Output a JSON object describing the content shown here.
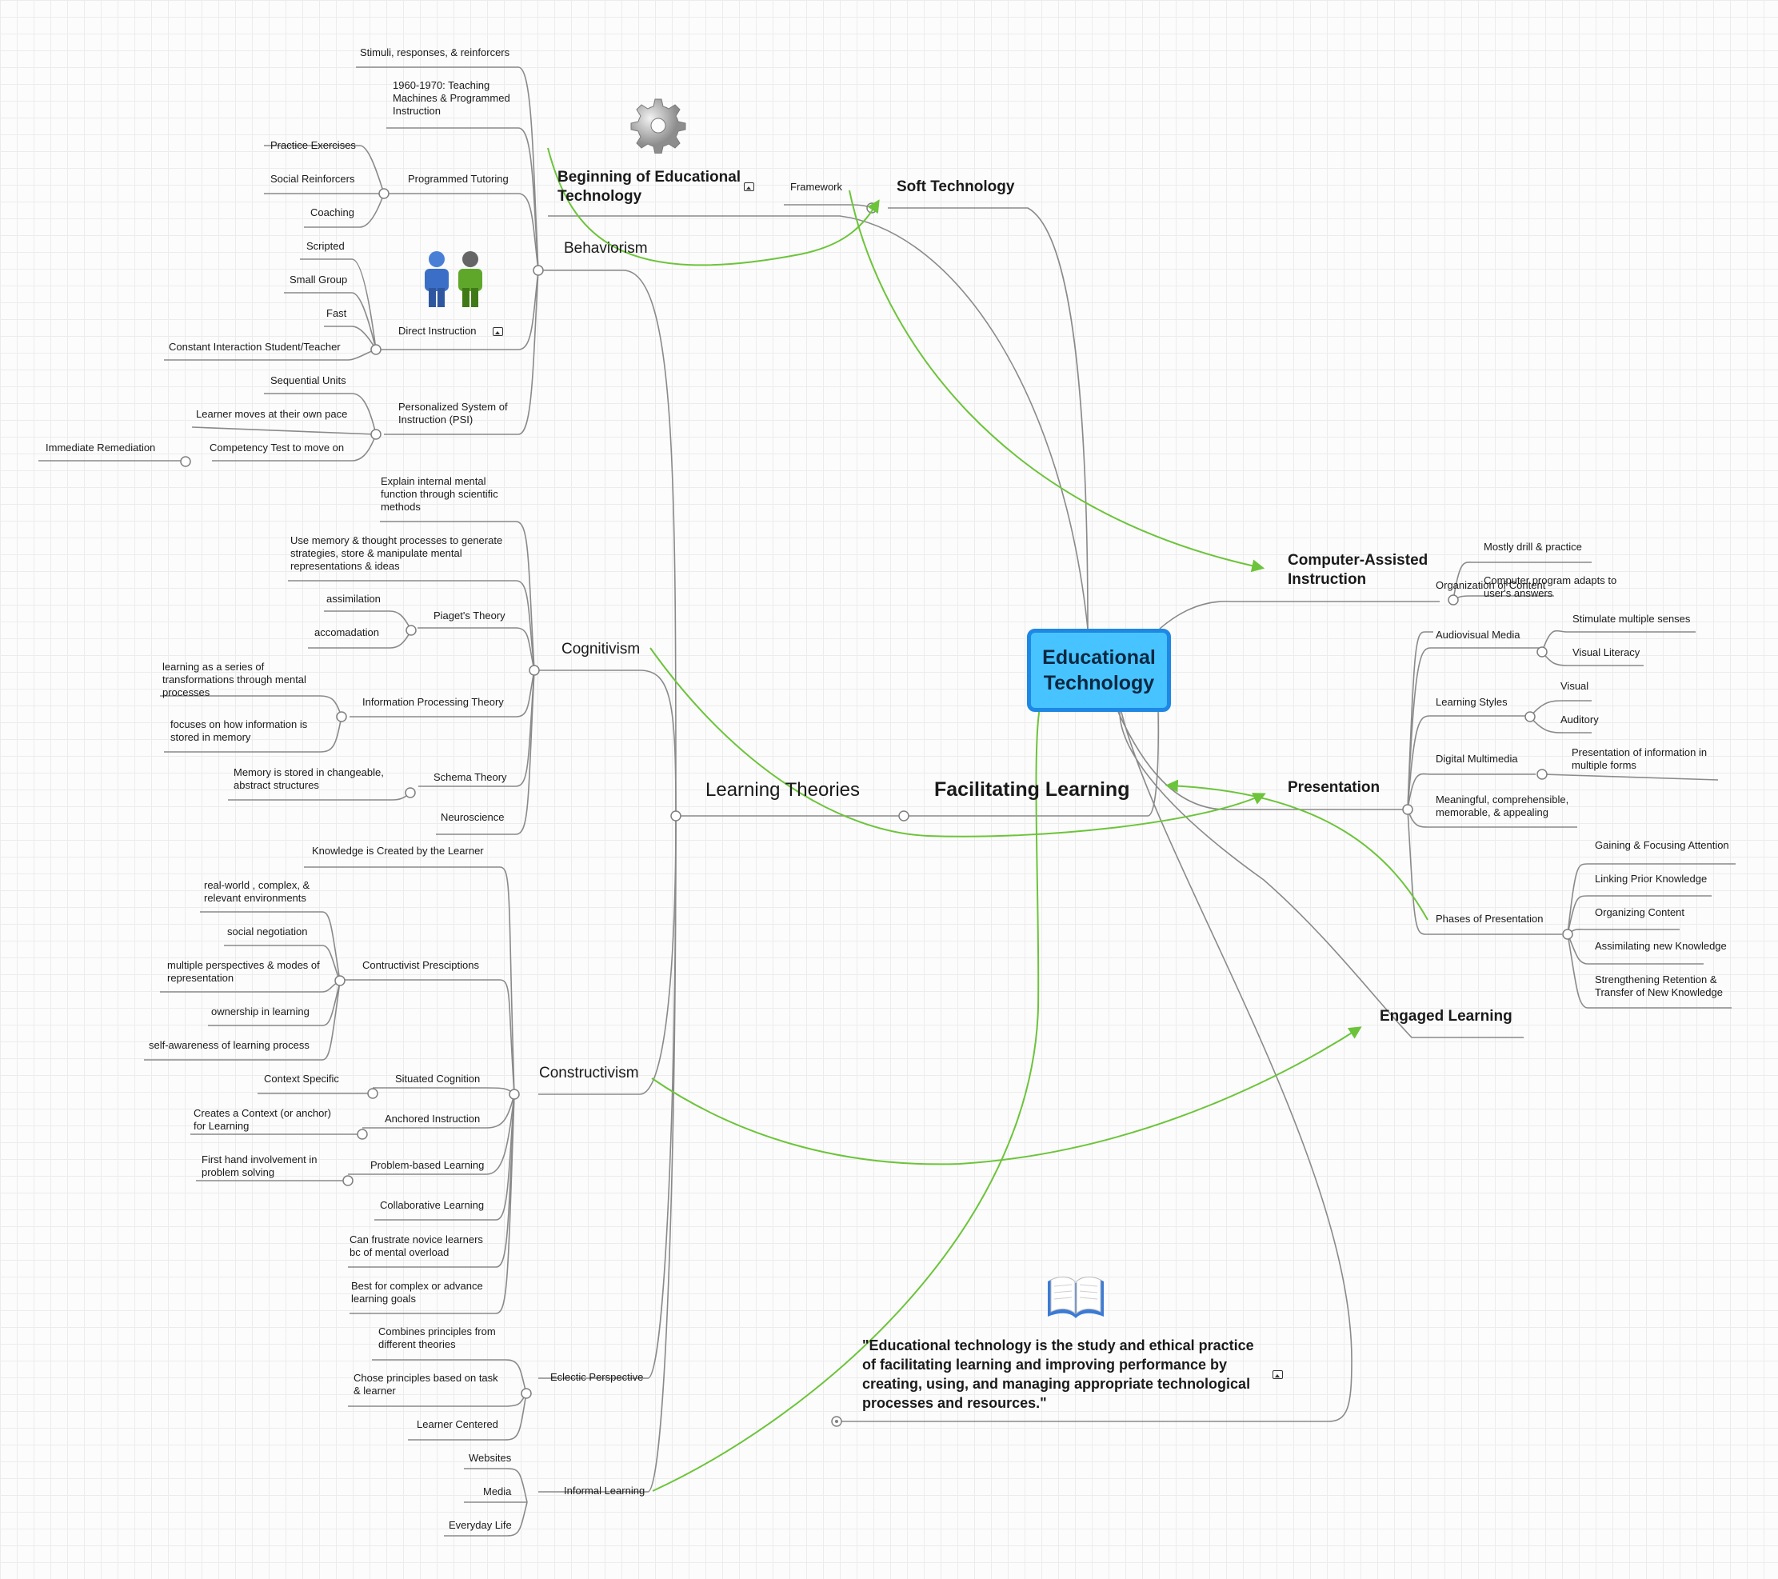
{
  "central": {
    "title": "Educational\nTechnology"
  },
  "learning_theories": "Learning Theories",
  "facilitating_learning": "Facilitating Learning",
  "behaviorism": {
    "label": "Behaviorism",
    "stimuli": "Stimuli, responses, & reinforcers",
    "history": "1960-1970: Teaching Machines & Programmed Instruction",
    "programmed_tutoring": {
      "label": "Programmed Tutoring",
      "items": [
        "Practice Exercises",
        "Social Reinforcers",
        "Coaching"
      ]
    },
    "direct_instruction": {
      "label": "Direct Instruction",
      "items": [
        "Scripted",
        "Small Group",
        "Fast",
        "Constant Interaction Student/Teacher"
      ]
    },
    "psi": {
      "label": "Personalized System of Instruction (PSI)",
      "items": [
        "Sequential Units",
        "Learner moves at their own pace",
        "Competency Test to move on"
      ],
      "competency_sub": "Immediate Remediation"
    }
  },
  "cognitivism": {
    "label": "Cognitivism",
    "explain": "Explain internal mental function through scientific methods",
    "memory": "Use memory & thought processes to generate strategies, store & manipulate mental representations & ideas",
    "piaget": {
      "label": "Piaget's Theory",
      "items": [
        "assimilation",
        "accomadation"
      ]
    },
    "info_processing": {
      "label": "Information Processing Theory",
      "items": [
        "learning as a series of transformations through mental processes",
        "focuses on how information is stored in memory"
      ]
    },
    "schema": {
      "label": "Schema Theory",
      "item": "Memory is stored in changeable, abstract structures"
    },
    "neuroscience": "Neuroscience"
  },
  "constructivism": {
    "label": "Constructivism",
    "knowledge": "Knowledge is Created by the Learner",
    "prescriptions": {
      "label": "Contructivist Presciptions",
      "items": [
        "real-world , complex, & relevant environments",
        "social negotiation",
        "multiple perspectives & modes of representation",
        "ownership in learning",
        "self-awareness of learning process"
      ]
    },
    "situated": {
      "label": "Situated Cognition",
      "item": "Context Specific"
    },
    "anchored": {
      "label": "Anchored Instruction",
      "item": "Creates a Context (or anchor) for Learning"
    },
    "problem_based": {
      "label": "Problem-based Learning",
      "item": "First hand involvement in problem solving"
    },
    "collaborative": "Collaborative Learning",
    "frustrate": "Can frustrate novice learners bc of mental overload",
    "best_for": "Best for complex or advance learning goals"
  },
  "eclectic": {
    "label": "Eclectic Perspective",
    "items": [
      "Combines principles from different theories",
      "Chose principles based on task & learner",
      "Learner Centered"
    ]
  },
  "informal": {
    "label": "Informal Learning",
    "items": [
      "Websites",
      "Media",
      "Everyday Life"
    ]
  },
  "beginning": "Beginning of Educational Technology",
  "framework": "Framework",
  "soft_technology": "Soft Technology",
  "cai": {
    "label": "Computer-Assisted Instruction",
    "organization": "Organization of Content",
    "items": [
      "Mostly drill & practice",
      "Computer program adapts to user's answers"
    ]
  },
  "presentation": {
    "label": "Presentation",
    "audiovisual": {
      "label": "Audiovisual Media",
      "items": [
        "Stimulate multiple senses",
        "Visual Literacy"
      ]
    },
    "learning_styles": {
      "label": "Learning Styles",
      "items": [
        "Visual",
        "Auditory"
      ]
    },
    "digital": {
      "label": "Digital Multimedia",
      "item": "Presentation of information in multiple forms"
    },
    "meaningful": "Meaningful, comprehensible, memorable, & appealing",
    "phases": {
      "label": "Phases of Presentation",
      "items": [
        "Gaining & Focusing Attention",
        "Linking Prior Knowledge",
        "Organizing Content",
        "Assimilating new Knowledge",
        "Strengthening Retention & Transfer of New Knowledge"
      ]
    }
  },
  "engaged_learning": "Engaged Learning",
  "definition": "\"Educational technology is the study and ethical practice of facilitating learning and improving performance by creating, using, and managing appropriate technological processes and resources.\"",
  "colors": {
    "line": "#8a8a8a",
    "relation": "#6cc43a",
    "central_fill": "#47c4ff",
    "central_border": "#1e88e5"
  },
  "icons": [
    "gear-icon",
    "people-icon",
    "book-icon",
    "image-icon"
  ]
}
